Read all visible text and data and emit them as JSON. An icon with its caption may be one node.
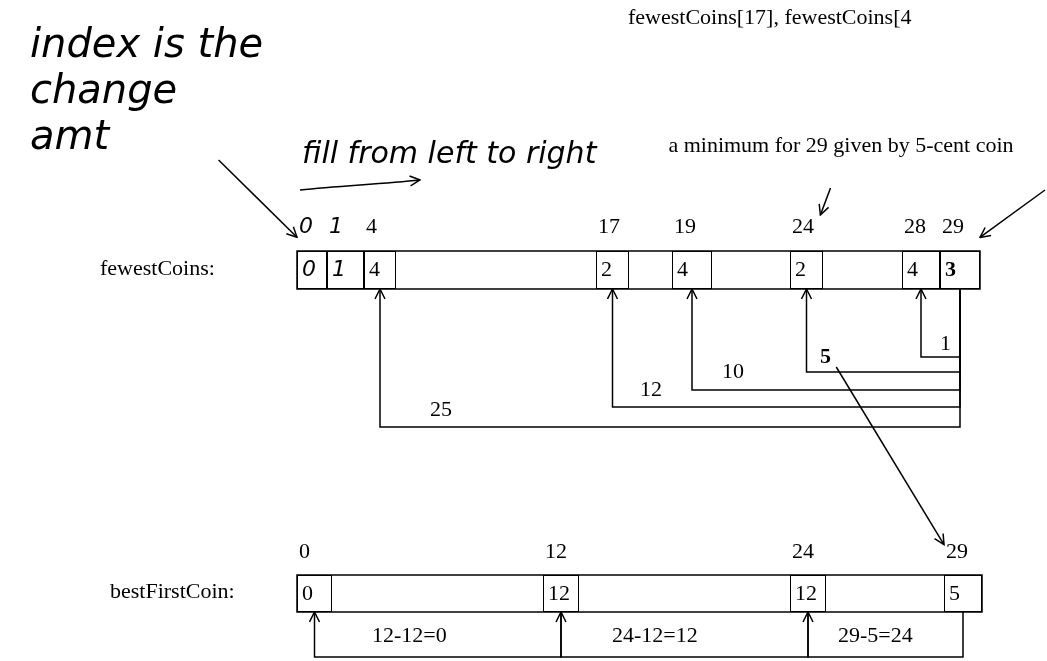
{
  "diagram": {
    "nodes": [
      {
        "text": [
          "0"
        ],
        "beside": [
          "0"
        ]
      },
      {
        "text": [
          "1"
        ],
        "beside": [
          "1"
        ]
      },
      {
        "text": [
          "4"
        ],
        "beside": [
          "4"
        ]
      },
      {
        "text": [
          "2"
        ],
        "beside": [
          "17"
        ]
      },
      {
        "text": [
          "4"
        ],
        "beside": [
          "19"
        ]
      },
      {
        "text": [
          "2"
        ],
        "beside": [
          "24"
        ]
      },
      {
        "text": [
          "4"
        ],
        "beside": [
          "28"
        ]
      },
      {
        "text": [
          "3"
        ],
        "beside": [
          "29"
        ]
      },
      {
        "text": [
          "0"
        ],
        "beside": [
          "0"
        ]
      },
      {
        "text": [
          "12"
        ],
        "beside": [
          "12"
        ]
      },
      {
        "text": [
          "12"
        ],
        "beside": [
          "24"
        ]
      },
      {
        "text": [
          "5"
        ],
        "beside": [
          "29"
        ]
      },
      {
        "text": [
          "a minimum for 29 given by 5-cent coin"
        ]
      },
      {
        "text": [
          "5"
        ]
      },
      {
        "text": [
          "index is the change amt"
        ]
      }
    ],
    "edges": [
      {
        "from": 7,
        "to": 6,
        "arrow": "to",
        "label": "1"
      },
      {
        "from": 7,
        "to": 5,
        "arrow": "to"
      },
      {
        "from": 7,
        "to": 4,
        "arrow": "to",
        "label": "10"
      },
      {
        "from": 7,
        "to": 3,
        "arrow": "to",
        "label": "12"
      },
      {
        "from": 7,
        "to": 2,
        "arrow": "to",
        "label": "25"
      },
      {
        "from": 12,
        "to": 5,
        "arrow": "to"
      },
      {
        "from": null,
        "to": 7,
        "arrow": "to"
      },
      {
        "from": 13,
        "to": 11,
        "arrow": "to"
      },
      {
        "from": 9,
        "to": 8,
        "arrow": "to",
        "label": "12-12=0"
      },
      {
        "from": 10,
        "to": 9,
        "arrow": "to",
        "label": "24-12=12"
      },
      {
        "from": 11,
        "to": 10,
        "arrow": "to",
        "label": "29-5=24"
      },
      {
        "from": 14,
        "to": 0,
        "arrow": "to"
      }
    ],
    "labels": [
      "fewestCoins[17], fewestCoins[4",
      "fill from left to right",
      "fewestCoins:",
      "bestFirstCoin:"
    ]
  }
}
